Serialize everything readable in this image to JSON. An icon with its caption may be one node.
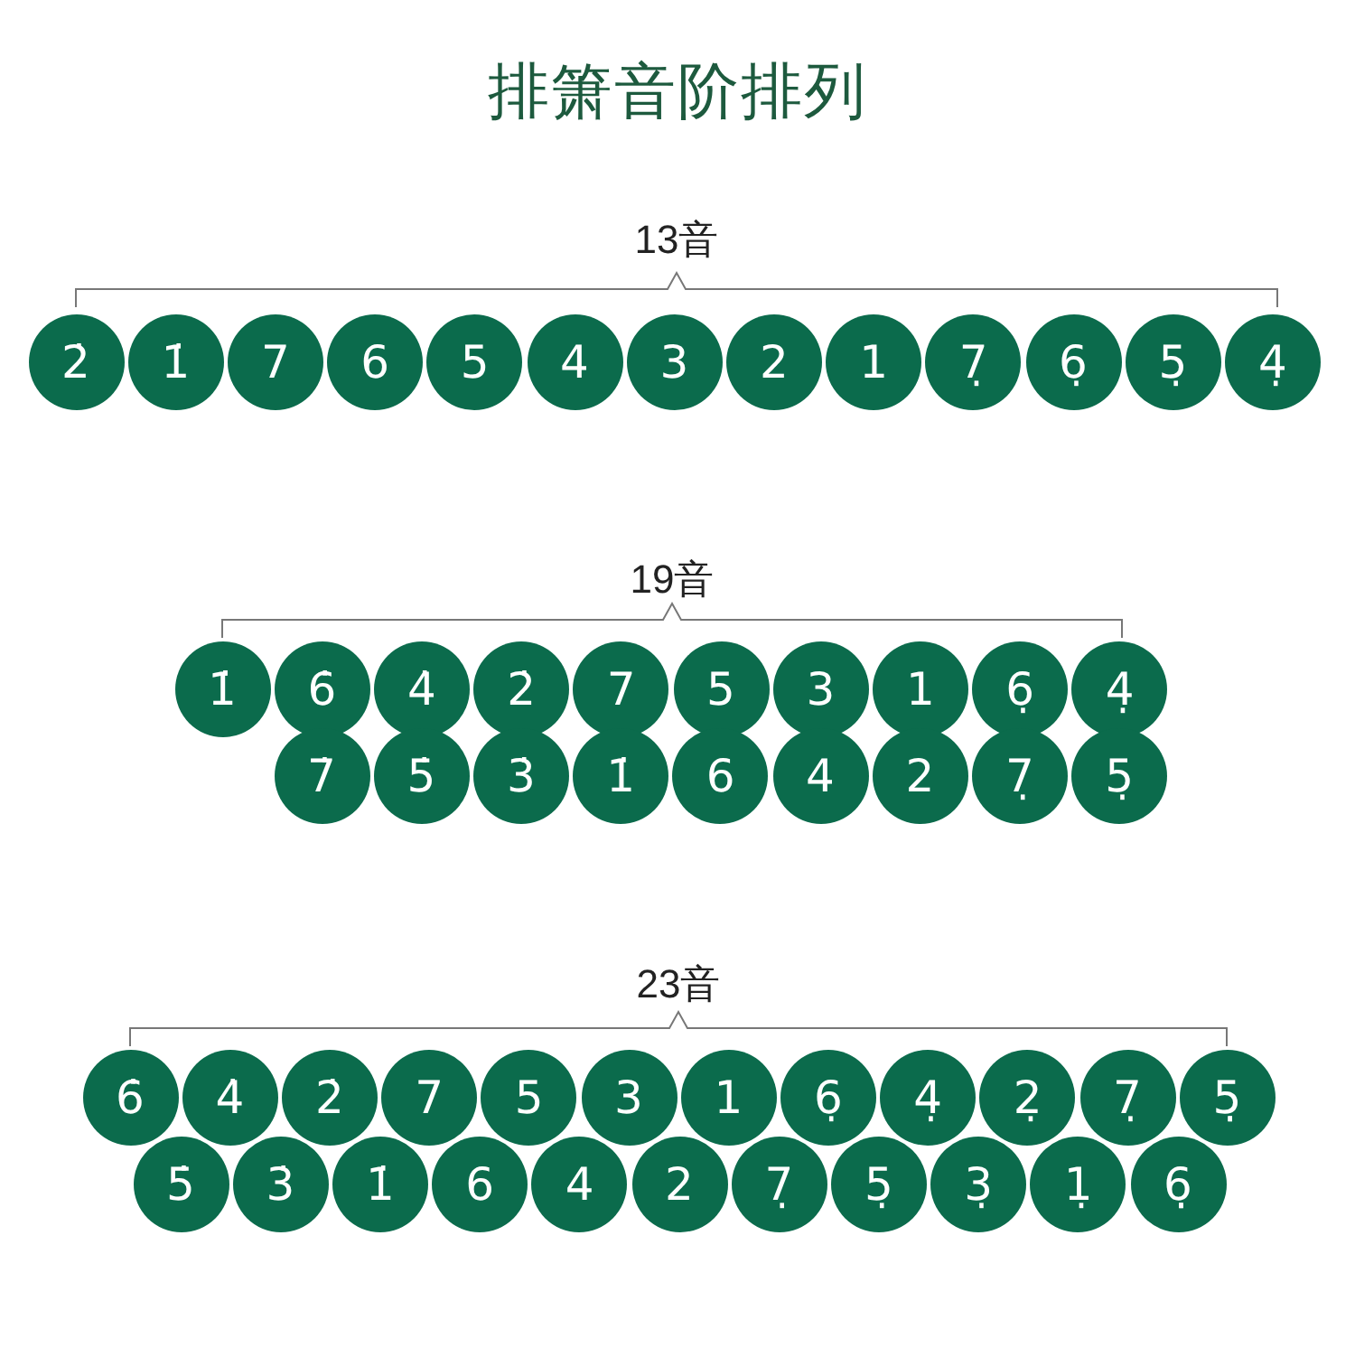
{
  "diagram": {
    "title": "排箫音阶排列",
    "nodes": [
      {
        "text": [
          "2̇"
        ]
      },
      {
        "text": [
          "1̇"
        ]
      },
      {
        "text": [
          "7"
        ]
      },
      {
        "text": [
          "6"
        ]
      },
      {
        "text": [
          "5"
        ]
      },
      {
        "text": [
          "4"
        ]
      },
      {
        "text": [
          "3"
        ]
      },
      {
        "text": [
          "2"
        ]
      },
      {
        "text": [
          "1"
        ]
      },
      {
        "text": [
          "7̣"
        ]
      },
      {
        "text": [
          "6̣"
        ]
      },
      {
        "text": [
          "5̣"
        ]
      },
      {
        "text": [
          "4̣"
        ]
      },
      {
        "text": [
          "1̇̇"
        ]
      },
      {
        "text": [
          "6̇"
        ]
      },
      {
        "text": [
          "4̇"
        ]
      },
      {
        "text": [
          "2̇"
        ]
      },
      {
        "text": [
          "7"
        ]
      },
      {
        "text": [
          "5"
        ]
      },
      {
        "text": [
          "3"
        ]
      },
      {
        "text": [
          "1"
        ]
      },
      {
        "text": [
          "6̣"
        ]
      },
      {
        "text": [
          "4̣"
        ]
      },
      {
        "text": [
          "7̇"
        ]
      },
      {
        "text": [
          "5̇"
        ]
      },
      {
        "text": [
          "3̇"
        ]
      },
      {
        "text": [
          "1̇"
        ]
      },
      {
        "text": [
          "6"
        ]
      },
      {
        "text": [
          "4"
        ]
      },
      {
        "text": [
          "2"
        ]
      },
      {
        "text": [
          "7̣"
        ]
      },
      {
        "text": [
          "5̣"
        ]
      },
      {
        "text": [
          "6̇"
        ]
      },
      {
        "text": [
          "4̇"
        ]
      },
      {
        "text": [
          "2̇"
        ]
      },
      {
        "text": [
          "7"
        ]
      },
      {
        "text": [
          "5"
        ]
      },
      {
        "text": [
          "3"
        ]
      },
      {
        "text": [
          "1"
        ]
      },
      {
        "text": [
          "6̣"
        ]
      },
      {
        "text": [
          "4̣"
        ]
      },
      {
        "text": [
          "2̣"
        ]
      },
      {
        "text": [
          "7̣"
        ]
      },
      {
        "text": [
          "5̣̣"
        ]
      },
      {
        "text": [
          "5̇"
        ]
      },
      {
        "text": [
          "3̇"
        ]
      },
      {
        "text": [
          "1̇"
        ]
      },
      {
        "text": [
          "6"
        ]
      },
      {
        "text": [
          "4"
        ]
      },
      {
        "text": [
          "2"
        ]
      },
      {
        "text": [
          "7̣"
        ]
      },
      {
        "text": [
          "5̣"
        ]
      },
      {
        "text": [
          "3̣"
        ]
      },
      {
        "text": [
          "1̣"
        ]
      },
      {
        "text": [
          "6̣̣"
        ]
      }
    ],
    "labels": [
      "13音",
      "19音",
      "23音"
    ]
  }
}
